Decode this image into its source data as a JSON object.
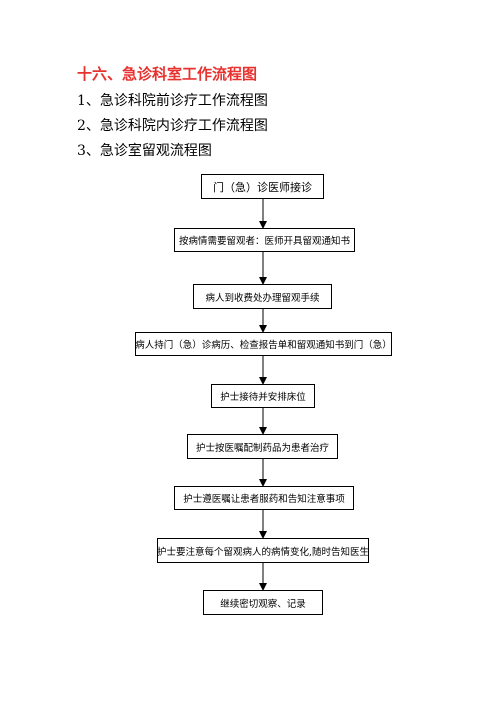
{
  "heading": "十六、急诊科室工作流程图",
  "list": [
    "1、急诊科院前诊疗工作流程图",
    "2、急诊科院内诊疗工作流程图",
    "3、急诊室留观流程图"
  ],
  "flow": [
    "门（急）诊医师接诊",
    "按病情需要留观者：医师开具留观通知书",
    "病人到收费处办理留观手续",
    "病人持门（急）诊病历、检查报告单和留观通知书到门（急）",
    "护士接待并安排床位",
    "护士按医嘱配制药品为患者治疗",
    "护士遵医嘱让患者服药和告知注意事项",
    "护士要注意每个留观病人的病情变化,随时告知医生",
    "继续密切观察、记录"
  ]
}
